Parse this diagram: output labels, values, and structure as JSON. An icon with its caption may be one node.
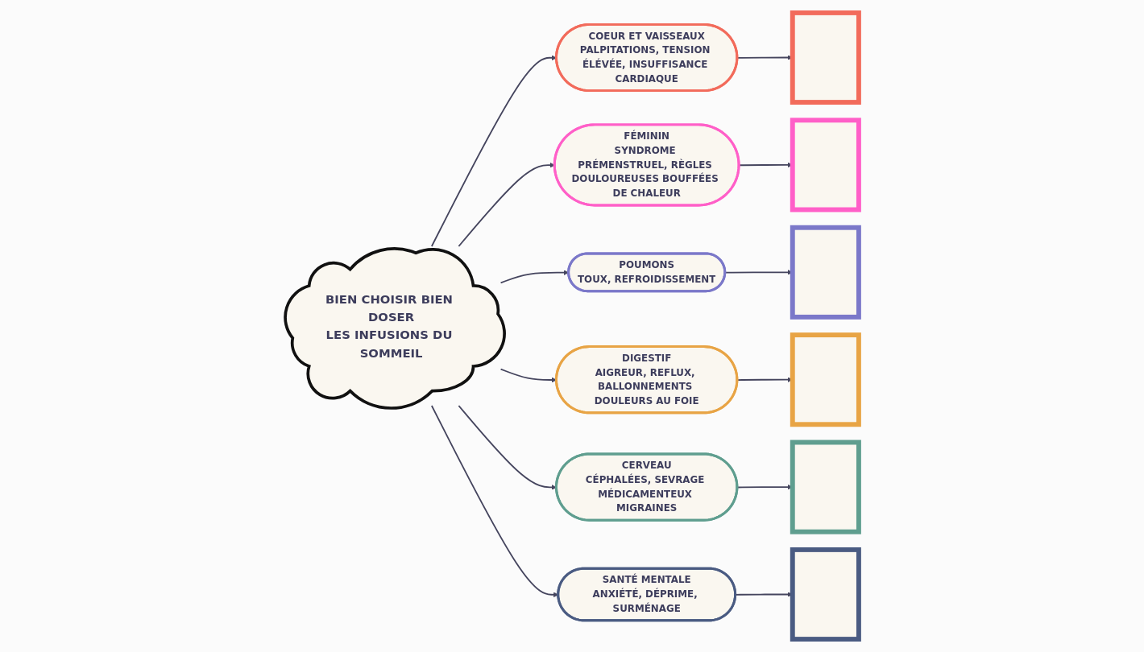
{
  "diagram": {
    "nodes": [
      {
        "text": [
          "BIEN CHOISIR BIEN DOSER",
          "LES INFUSIONS DU SOMMEIL"
        ]
      },
      {
        "text": [
          "COEUR ET VAISSEAUX",
          "PALPITATIONS, TENSION ÉLÉVÉE, INSUFFISANCE CARDIAQUE"
        ]
      },
      {
        "text": [
          "FÉMININ",
          "SYNDROME PRÉMENSTRUEL, RÈGLES DOULOUREUSES BOUFFÉES DE CHALEUR"
        ]
      },
      {
        "text": [
          "POUMONS",
          "TOUX, REFROIDISSEMENT"
        ]
      },
      {
        "text": [
          "DIGESTIF",
          "AIGREUR, REFLUX, BALLONNEMENTS DOULEURS AU FOIE"
        ]
      },
      {
        "text": [
          "CERVEAU",
          "CÉPHALÉES, SEVRAGE MÉDICAMENTEUX MIGRAINES"
        ]
      },
      {
        "text": [
          "SANTÉ MENTALE",
          "ANXIÉTÉ, DÉPRIME, SURMÉNAGE"
        ]
      },
      {
        "text": [],
        "shape": "box"
      },
      {
        "text": [],
        "shape": "box"
      },
      {
        "text": [],
        "shape": "box"
      },
      {
        "text": [],
        "shape": "box"
      },
      {
        "text": [],
        "shape": "box"
      },
      {
        "text": [],
        "shape": "box"
      }
    ],
    "edges": [
      {
        "from": 0,
        "to": 1,
        "arrow": "to"
      },
      {
        "from": 0,
        "to": 2,
        "arrow": "to"
      },
      {
        "from": 0,
        "to": 3,
        "arrow": "to"
      },
      {
        "from": 0,
        "to": 4,
        "arrow": "to"
      },
      {
        "from": 0,
        "to": 5,
        "arrow": "to"
      },
      {
        "from": 0,
        "to": 6,
        "arrow": "to"
      },
      {
        "from": 1,
        "to": 7,
        "arrow": "to"
      },
      {
        "from": 2,
        "to": 8,
        "arrow": "to"
      },
      {
        "from": 3,
        "to": 9,
        "arrow": "to"
      },
      {
        "from": 4,
        "to": 10,
        "arrow": "to"
      },
      {
        "from": 5,
        "to": 11,
        "arrow": "to"
      },
      {
        "from": 6,
        "to": 12,
        "arrow": "to"
      }
    ]
  }
}
